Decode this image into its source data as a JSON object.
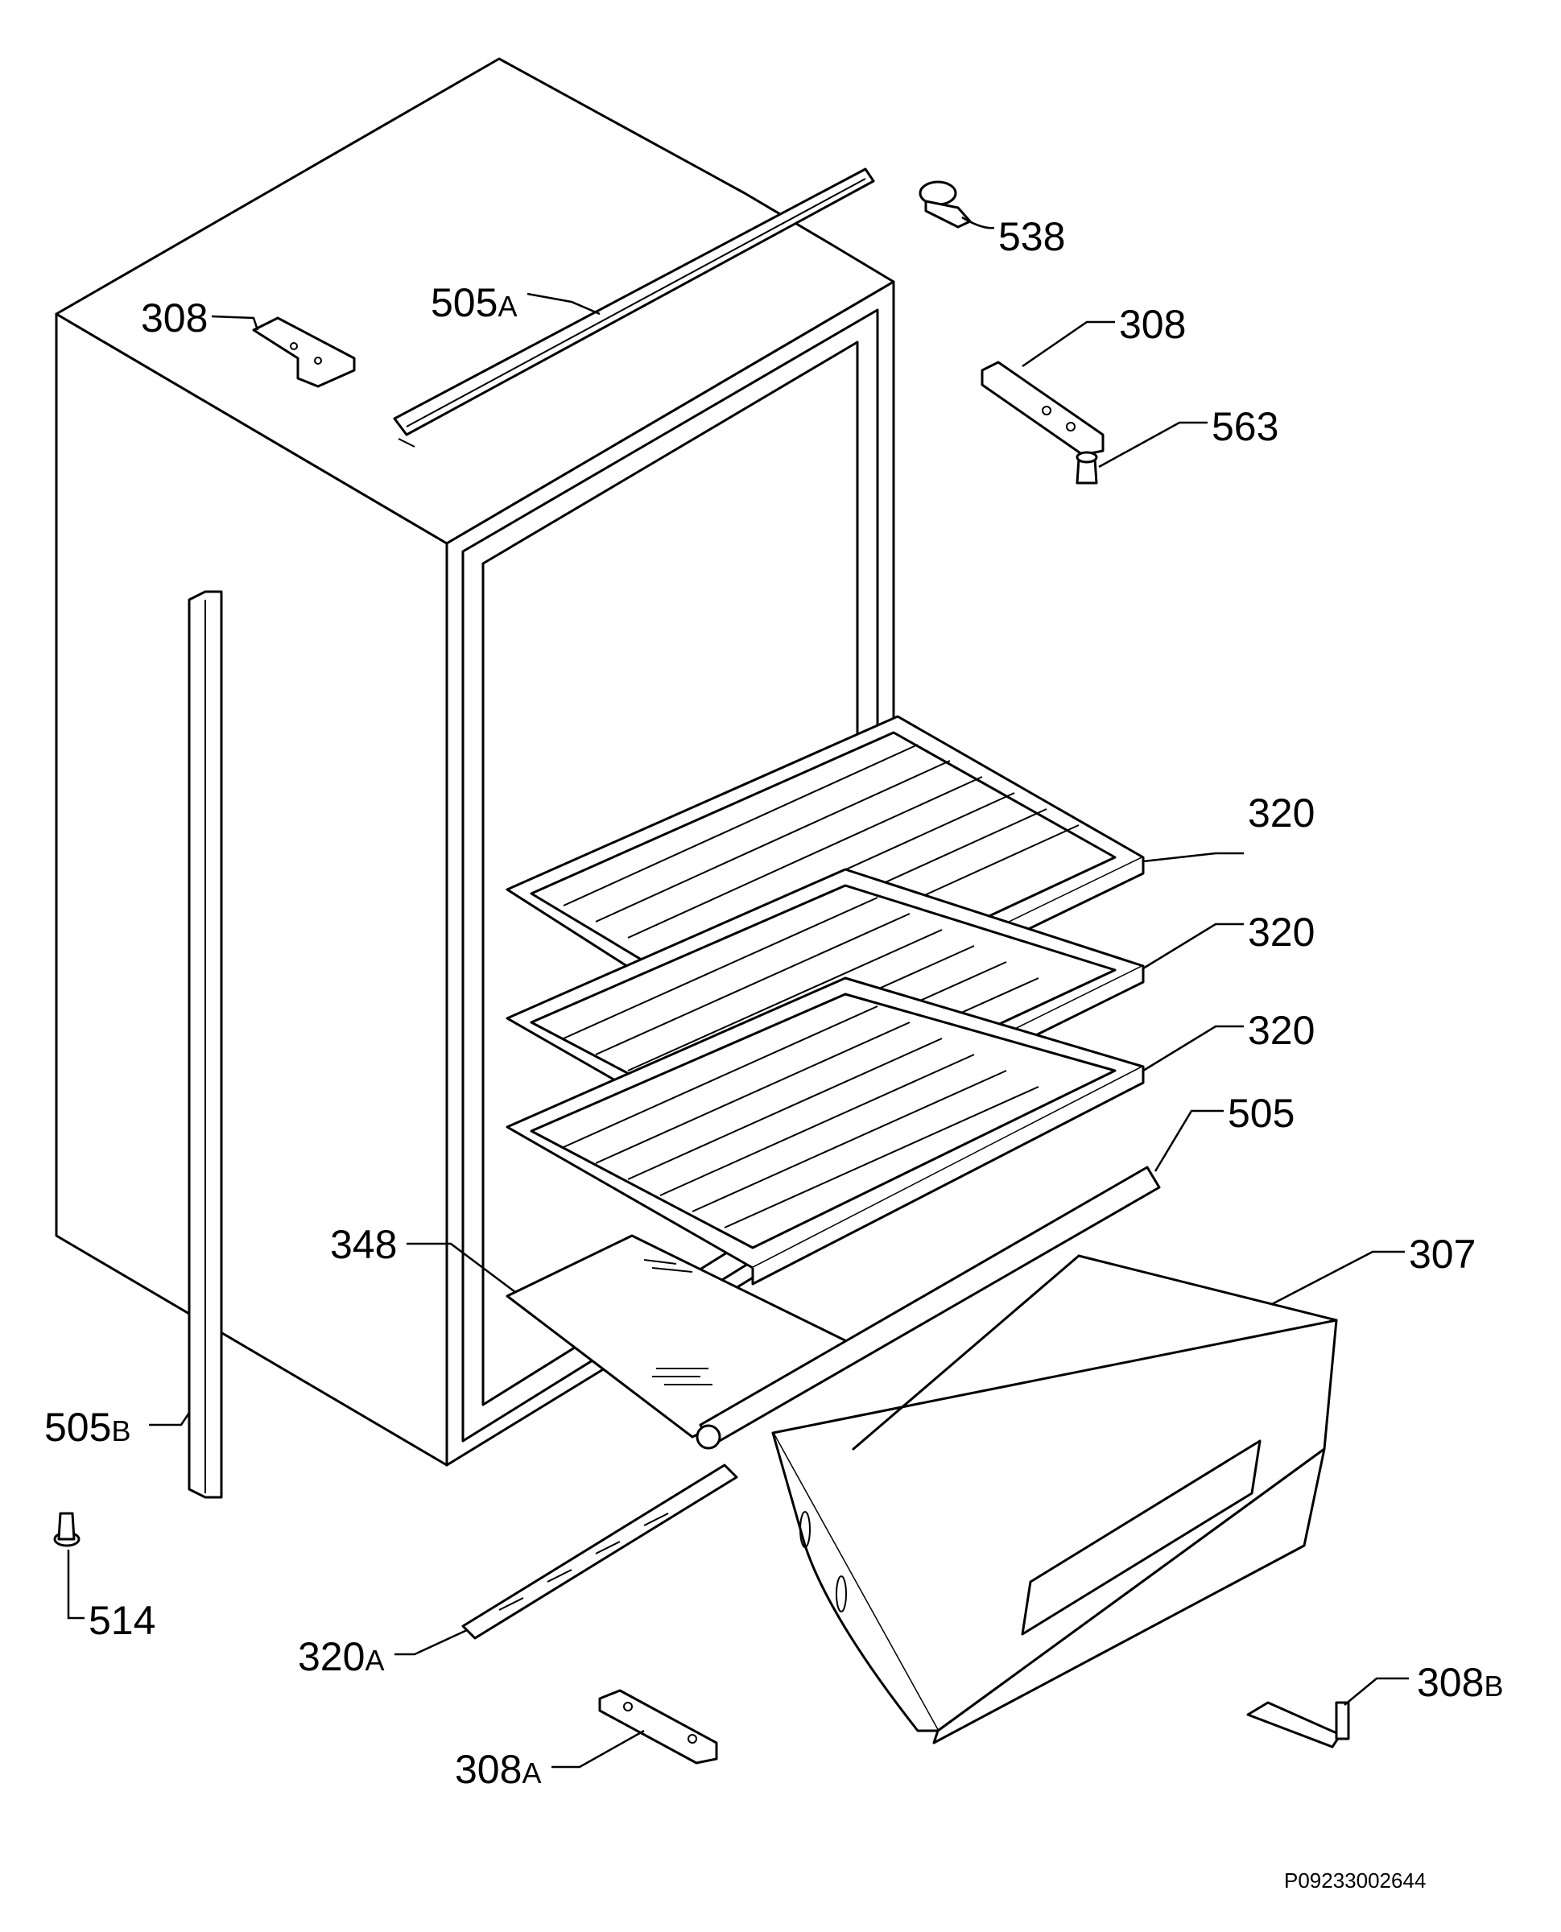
{
  "diagram": {
    "reference_code": "P09233002644",
    "labels": [
      {
        "id": "538",
        "main": "538",
        "suffix": ""
      },
      {
        "id": "505A",
        "main": "505",
        "suffix": "A"
      },
      {
        "id": "308-top-left",
        "main": "308",
        "suffix": ""
      },
      {
        "id": "308-top-right",
        "main": "308",
        "suffix": ""
      },
      {
        "id": "563",
        "main": "563",
        "suffix": ""
      },
      {
        "id": "320-1",
        "main": "320",
        "suffix": ""
      },
      {
        "id": "320-2",
        "main": "320",
        "suffix": ""
      },
      {
        "id": "320-3",
        "main": "320",
        "suffix": ""
      },
      {
        "id": "505",
        "main": "505",
        "suffix": ""
      },
      {
        "id": "348",
        "main": "348",
        "suffix": ""
      },
      {
        "id": "307",
        "main": "307",
        "suffix": ""
      },
      {
        "id": "505B",
        "main": "505",
        "suffix": "B"
      },
      {
        "id": "514",
        "main": "514",
        "suffix": ""
      },
      {
        "id": "320A",
        "main": "320",
        "suffix": "A"
      },
      {
        "id": "308B",
        "main": "308",
        "suffix": "B"
      },
      {
        "id": "308A",
        "main": "308",
        "suffix": "A"
      }
    ]
  }
}
